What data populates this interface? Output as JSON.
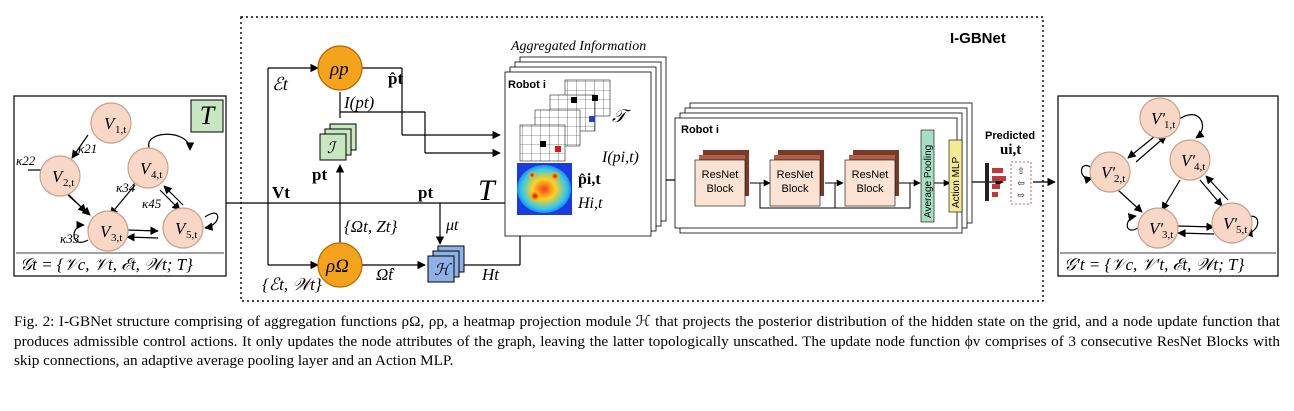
{
  "diagram": {
    "graph_in": {
      "T_label": "T",
      "nodes": [
        "V",
        "V",
        "V",
        "V",
        "V"
      ],
      "node_subs": [
        "1,t",
        "2,t",
        "4,t",
        "3,t",
        "5,t"
      ],
      "edge_labels": [
        "κ21",
        "κ22",
        "κ34",
        "κ45",
        "κ33"
      ],
      "formula": "𝒢t = {𝒱c, 𝒱t, ℰt, 𝒲t; T}"
    },
    "graph_out": {
      "nodes": [
        "V′",
        "V′",
        "V′",
        "V′",
        "V′"
      ],
      "node_subs": [
        "1,t",
        "2,t",
        "4,t",
        "3,t",
        "5,t"
      ],
      "formula": "𝒢′t = {𝒱c, 𝒱′t, ℰt, 𝒲t; T}"
    },
    "igbnet_title": "I-GBNet",
    "rho_p": "ρp",
    "rho_omega": "ρΩ",
    "E_t": "ℰt",
    "E_W": "{ℰt, 𝒲t}",
    "p_hat": "p̂t",
    "I_p": "I(pt)",
    "I_module": "ℐ",
    "p_t_under_I": "pt",
    "V_t": "Vt",
    "p_t_line": "pt",
    "T_big": "T",
    "omega_z": "{Ωt, Zt}",
    "mu_t": "μt",
    "omega_hat": "Ω̂t",
    "H_module": "ℋ",
    "H_t": "Ht",
    "aggregated_title": "Aggregated Information",
    "robot_i_agg": "Robot i",
    "T_agg": "𝒯",
    "I_p_it": "I(pi,t)",
    "p_hat_it": "p̂i,t",
    "H_it": "Hi,t",
    "phi_v": "ϕv",
    "robot_i_upd": "Robot i",
    "resnet_blocks": [
      "ResNet Block",
      "ResNet Block",
      "ResNet Block"
    ],
    "avg_pool": "Average Pooling",
    "action_mlp": "Action MLP",
    "predicted": "Predicted",
    "u_it": "ui,t",
    "colors": {
      "node_fill": "#f8d7c7",
      "rho_fill": "#f5a21c",
      "module_fill": "#c8e6c0",
      "H_fill": "#8fb2e6",
      "block_fill": "#fbe3d4",
      "avg_fill": "#a6dfc4",
      "mlp_fill": "#f4ea96",
      "bar_fill": "#c33737"
    }
  },
  "caption": {
    "text": "Fig. 2: I-GBNet structure comprising of aggregation functions ρΩ, ρp, a heatmap projection module ℋ that projects the posterior distribution of the hidden state on the grid, and a node update function that produces admissible control actions. It only updates the node attributes of the graph, leaving the latter topologically unscathed. The update node function ϕv comprises of 3 consecutive ResNet Blocks with skip connections, an adaptive average pooling layer and an Action MLP."
  }
}
